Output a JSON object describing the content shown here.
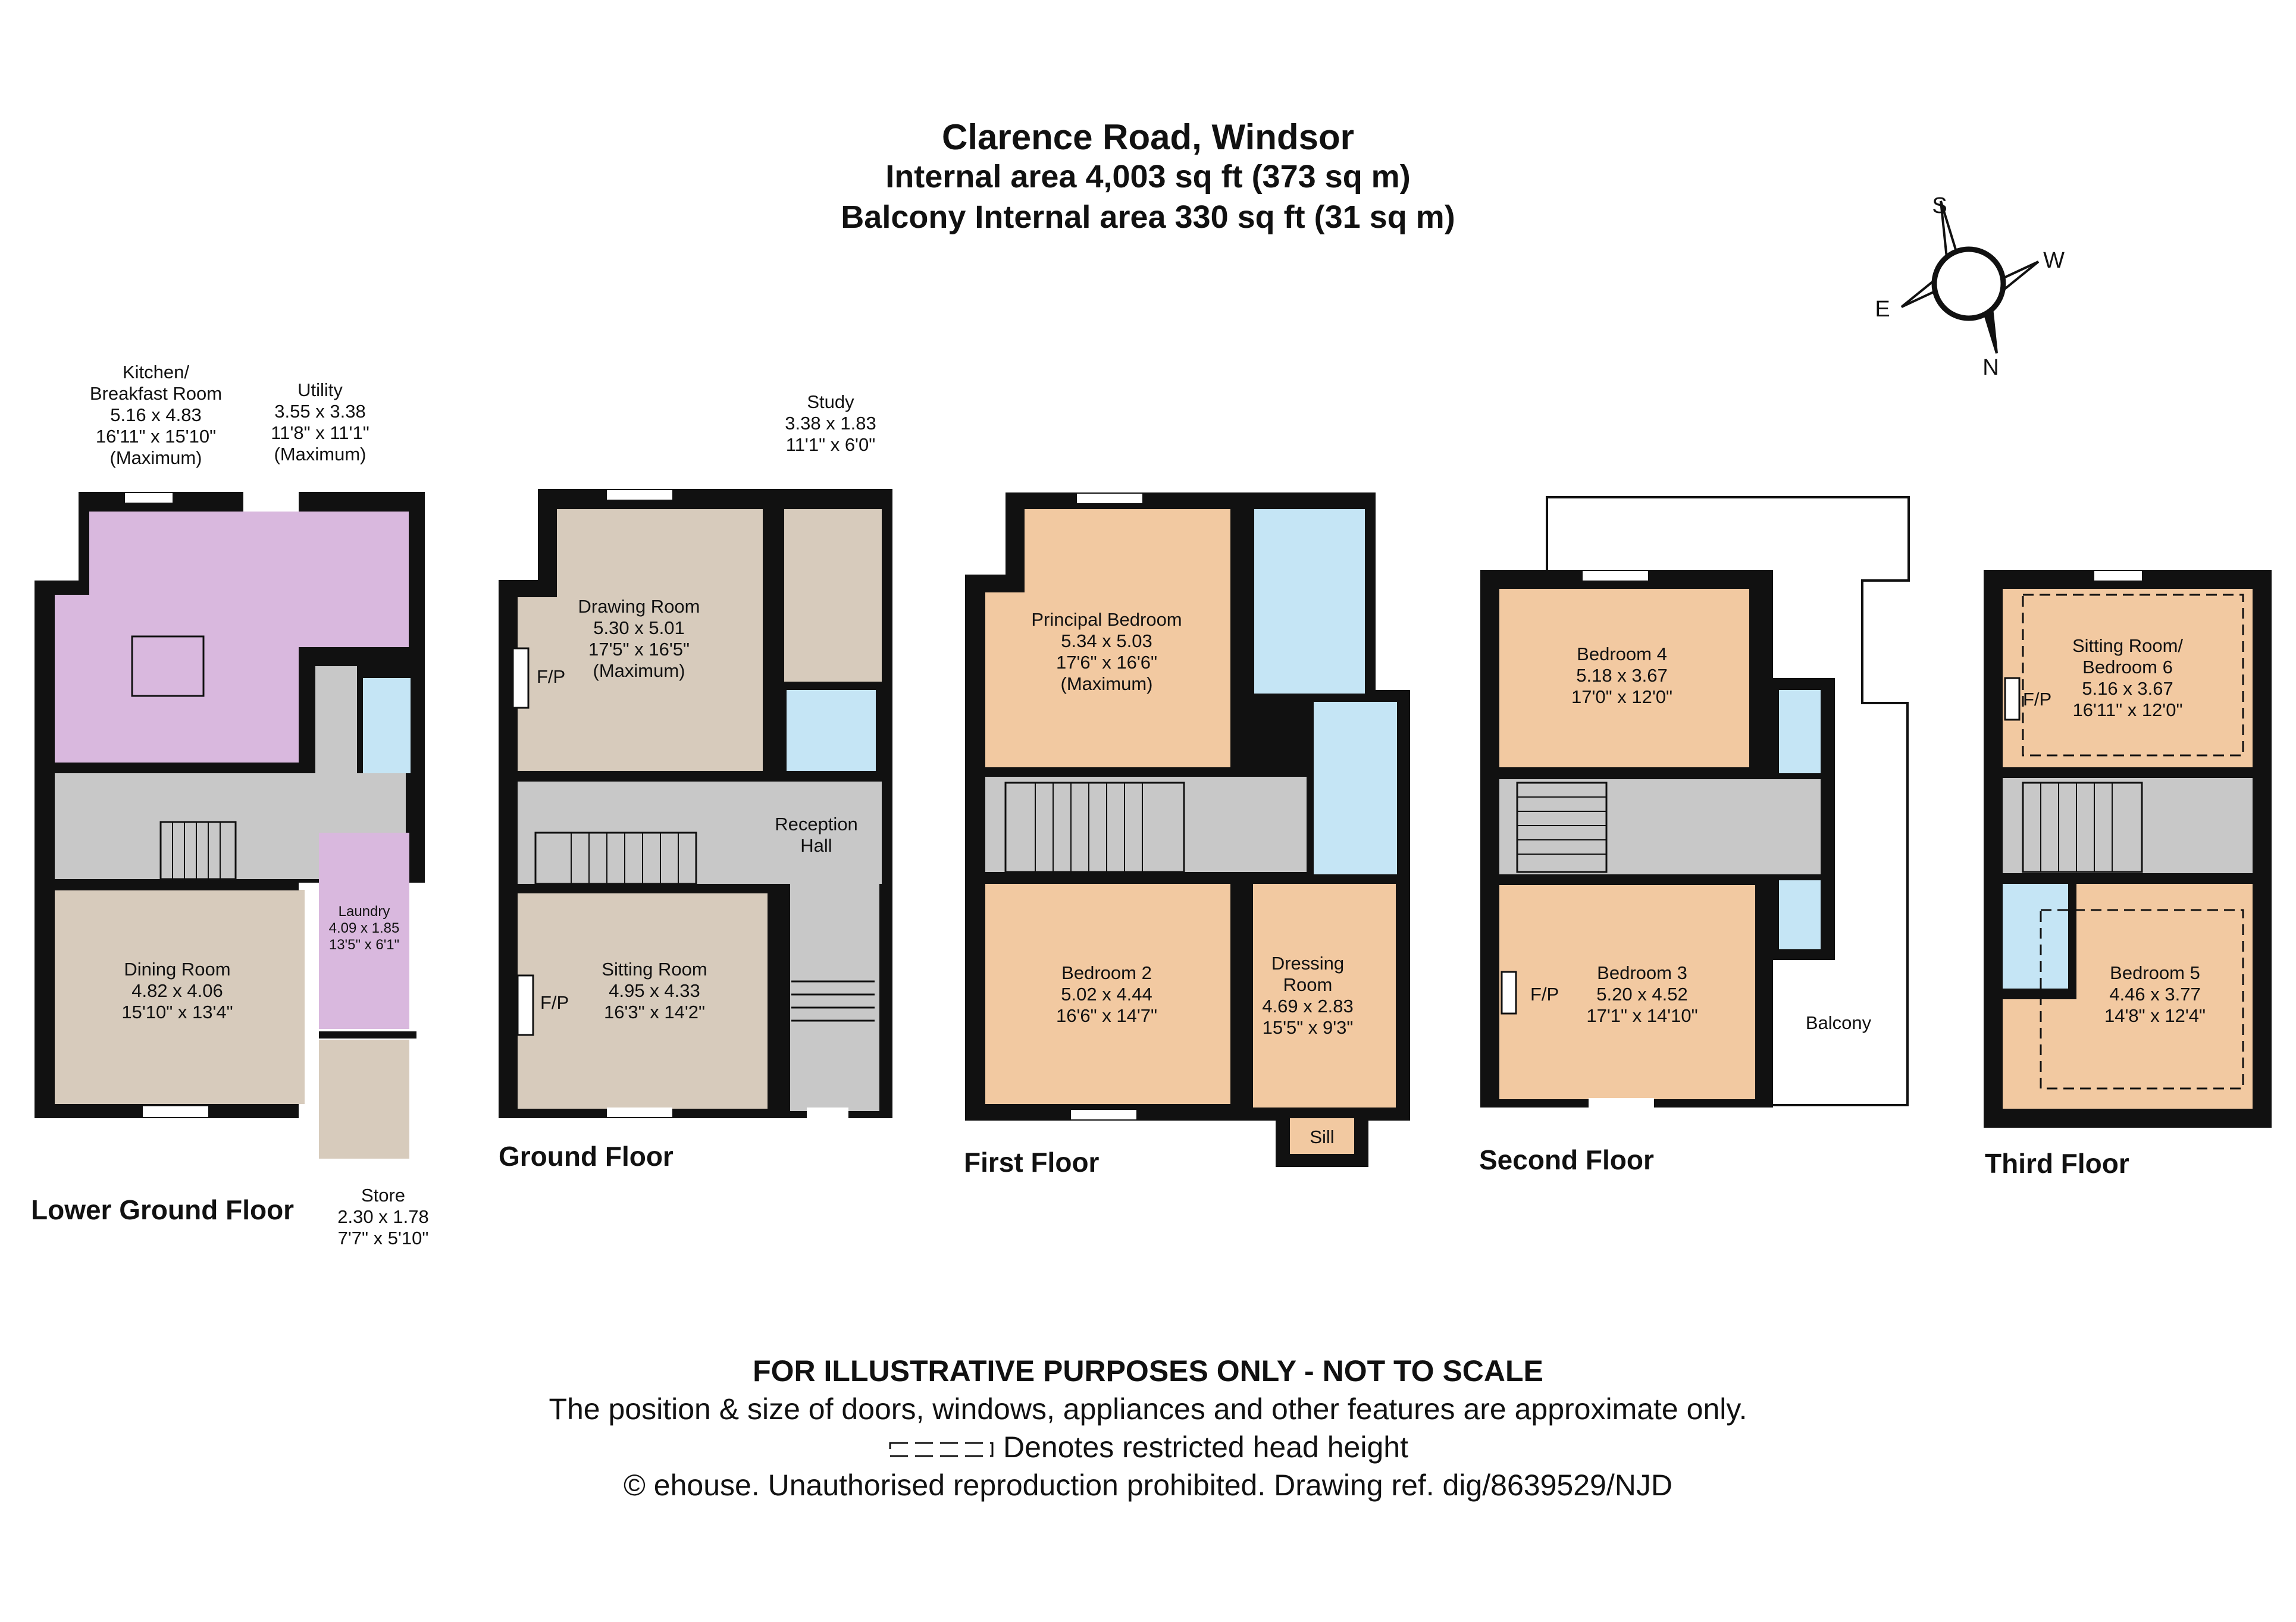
{
  "header": {
    "title": "Clarence Road, Windsor",
    "internal_area": "Internal area 4,003 sq ft (373 sq m)",
    "balcony_area": "Balcony Internal area 330 sq ft (31 sq m)"
  },
  "compass": {
    "s": "S",
    "w": "W",
    "e": "E",
    "n": "N"
  },
  "colors": {
    "wall": "#111111",
    "kitchen_purple": "#d9b8de",
    "reception_taupe": "#d7cbbc",
    "bedroom_peach": "#f2c9a1",
    "bathroom_blue": "#c5e5f5",
    "hall_grey": "#c8c8c8"
  },
  "floors": {
    "lower_ground": {
      "name": "Lower Ground Floor",
      "kitchen": {
        "l1": "Kitchen/",
        "l2": "Breakfast Room",
        "l3": "5.16 x 4.83",
        "l4": "16'11\" x 15'10\"",
        "l5": "(Maximum)"
      },
      "utility": {
        "l1": "Utility",
        "l2": "3.55 x 3.38",
        "l3": "11'8\" x 11'1\"",
        "l4": "(Maximum)"
      },
      "dining": {
        "l1": "Dining Room",
        "l2": "4.82 x 4.06",
        "l3": "15'10\" x 13'4\""
      },
      "laundry": {
        "l1": "Laundry",
        "l2": "4.09 x 1.85",
        "l3": "13'5\" x 6'1\""
      },
      "store": {
        "l1": "Store",
        "l2": "2.30 x 1.78",
        "l3": "7'7\" x 5'10\""
      }
    },
    "ground": {
      "name": "Ground Floor",
      "study": {
        "l1": "Study",
        "l2": "3.38 x 1.83",
        "l3": "11'1\" x 6'0\""
      },
      "drawing": {
        "l1": "Drawing Room",
        "l2": "5.30 x 5.01",
        "l3": "17'5\" x 16'5\"",
        "l4": "(Maximum)"
      },
      "reception": {
        "l1": "Reception",
        "l2": "Hall"
      },
      "sitting": {
        "l1": "Sitting Room",
        "l2": "4.95 x 4.33",
        "l3": "16'3\" x 14'2\""
      },
      "fp1": "F/P",
      "fp2": "F/P"
    },
    "first": {
      "name": "First Floor",
      "principal": {
        "l1": "Principal Bedroom",
        "l2": "5.34 x 5.03",
        "l3": "17'6\" x 16'6\"",
        "l4": "(Maximum)"
      },
      "bedroom2": {
        "l1": "Bedroom 2",
        "l2": "5.02 x 4.44",
        "l3": "16'6\" x 14'7\""
      },
      "dressing": {
        "l1": "Dressing",
        "l2": "Room",
        "l3": "4.69 x 2.83",
        "l4": "15'5\" x 9'3\""
      },
      "sill": "Sill"
    },
    "second": {
      "name": "Second Floor",
      "bedroom4": {
        "l1": "Bedroom 4",
        "l2": "5.18 x 3.67",
        "l3": "17'0\" x 12'0\""
      },
      "bedroom3": {
        "l1": "Bedroom 3",
        "l2": "5.20 x 4.52",
        "l3": "17'1\" x 14'10\""
      },
      "balcony": "Balcony",
      "fp": "F/P"
    },
    "third": {
      "name": "Third Floor",
      "sitting6": {
        "l1": "Sitting Room/",
        "l2": "Bedroom 6",
        "l3": "5.16 x 3.67",
        "l4": "16'11\" x 12'0\""
      },
      "bedroom5": {
        "l1": "Bedroom 5",
        "l2": "4.46 x 3.77",
        "l3": "14'8\" x 12'4\""
      },
      "fp": "F/P"
    }
  },
  "footer": {
    "disclaimer": "FOR ILLUSTRATIVE PURPOSES ONLY - NOT TO SCALE",
    "position_note": "The position & size of doors, windows, appliances and other features are approximate only.",
    "head_height": "Denotes restricted head height",
    "copyright": "© ehouse. Unauthorised reproduction prohibited. Drawing ref. dig/8639529/NJD"
  }
}
